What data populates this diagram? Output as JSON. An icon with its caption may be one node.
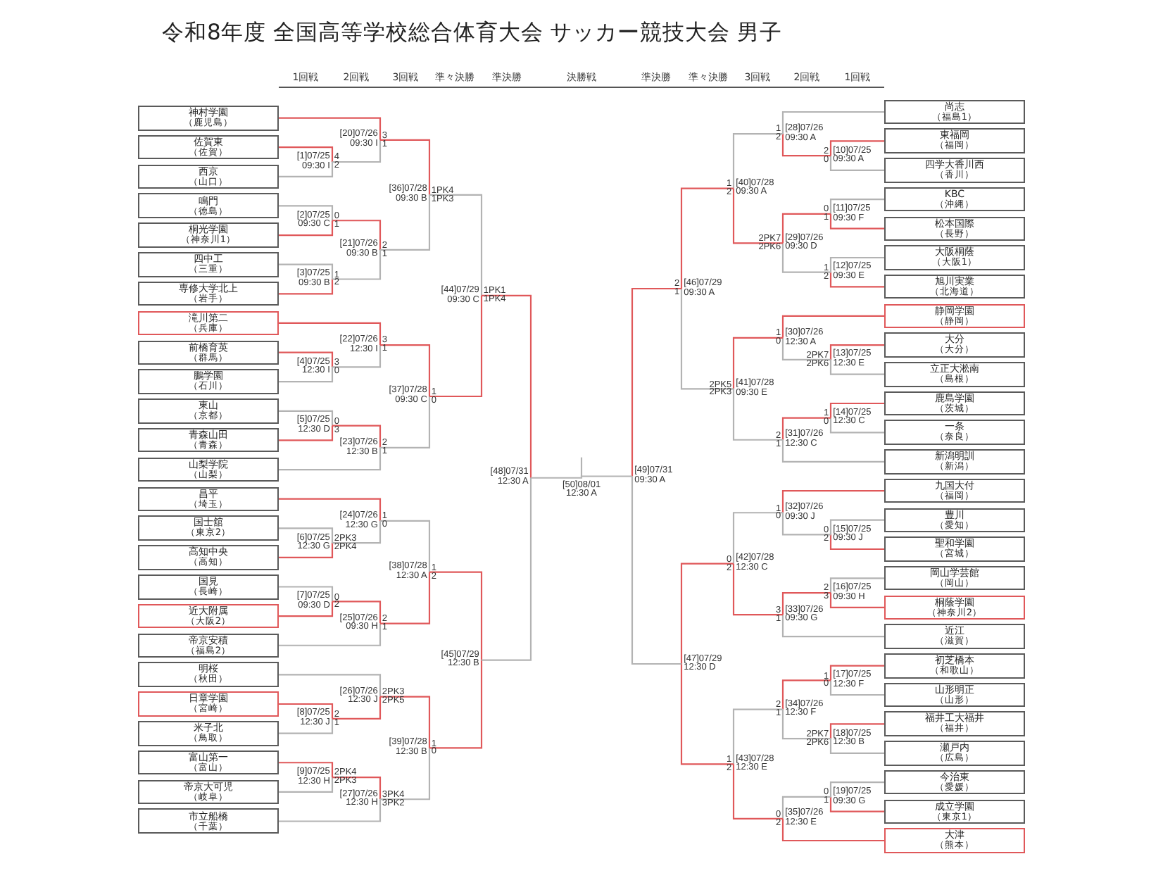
{
  "diagram": {
    "title": "令和8年度 全国高等学校総合体育大会 サッカー競技大会 男子",
    "nodes": [
      {
        "text": [
          "神村学園",
          "（鹿児島）"
        ]
      },
      {
        "text": [
          "佐賀東",
          "（佐賀）"
        ]
      },
      {
        "text": [
          "西京",
          "（山口）"
        ]
      },
      {
        "text": [
          "鳴門",
          "（徳島）"
        ]
      },
      {
        "text": [
          "桐光学園",
          "（神奈川1）"
        ]
      },
      {
        "text": [
          "四中工",
          "（三重）"
        ]
      },
      {
        "text": [
          "専修大学北上",
          "（岩手）"
        ]
      },
      {
        "text": [
          "滝川第二",
          "（兵庫）"
        ]
      },
      {
        "text": [
          "前橋育英",
          "（群馬）"
        ]
      },
      {
        "text": [
          "鵬学園",
          "（石川）"
        ]
      },
      {
        "text": [
          "東山",
          "（京都）"
        ]
      },
      {
        "text": [
          "青森山田",
          "（青森）"
        ]
      },
      {
        "text": [
          "山梨学院",
          "（山梨）"
        ]
      },
      {
        "text": [
          "昌平",
          "（埼玉）"
        ]
      },
      {
        "text": [
          "国士舘",
          "（東京2）"
        ]
      },
      {
        "text": [
          "高知中央",
          "（高知）"
        ]
      },
      {
        "text": [
          "国見",
          "（長崎）"
        ]
      },
      {
        "text": [
          "近大附属",
          "（大阪2）"
        ]
      },
      {
        "text": [
          "帝京安積",
          "（福島2）"
        ]
      },
      {
        "text": [
          "明桜",
          "（秋田）"
        ]
      },
      {
        "text": [
          "日章学園",
          "（宮崎）"
        ]
      },
      {
        "text": [
          "米子北",
          "（鳥取）"
        ]
      },
      {
        "text": [
          "富山第一",
          "（富山）"
        ]
      },
      {
        "text": [
          "帝京大可児",
          "（岐阜）"
        ]
      },
      {
        "text": [
          "市立船橋",
          "（千葉）"
        ]
      },
      {
        "text": [
          "尚志",
          "（福島1）"
        ]
      },
      {
        "text": [
          "東福岡",
          "（福岡）"
        ]
      },
      {
        "text": [
          "四学大香川西",
          "（香川）"
        ]
      },
      {
        "text": [
          "KBC",
          "（沖縄）"
        ]
      },
      {
        "text": [
          "松本国際",
          "（長野）"
        ]
      },
      {
        "text": [
          "大阪桐蔭",
          "（大阪1）"
        ]
      },
      {
        "text": [
          "旭川実業",
          "（北海道）"
        ]
      },
      {
        "text": [
          "静岡学園",
          "（静岡）"
        ]
      },
      {
        "text": [
          "大分",
          "（大分）"
        ]
      },
      {
        "text": [
          "立正大淞南",
          "（島根）"
        ]
      },
      {
        "text": [
          "鹿島学園",
          "（茨城）"
        ]
      },
      {
        "text": [
          "一条",
          "（奈良）"
        ]
      },
      {
        "text": [
          "新潟明訓",
          "（新潟）"
        ]
      },
      {
        "text": [
          "九国大付",
          "（福岡）"
        ]
      },
      {
        "text": [
          "豊川",
          "（愛知）"
        ]
      },
      {
        "text": [
          "聖和学園",
          "（宮城）"
        ]
      },
      {
        "text": [
          "岡山学芸館",
          "（岡山）"
        ]
      },
      {
        "text": [
          "桐蔭学園",
          "（神奈川2）"
        ]
      },
      {
        "text": [
          "近江",
          "（滋賀）"
        ]
      },
      {
        "text": [
          "初芝橋本",
          "（和歌山）"
        ]
      },
      {
        "text": [
          "山形明正",
          "（山形）"
        ]
      },
      {
        "text": [
          "福井工大福井",
          "（福井）"
        ]
      },
      {
        "text": [
          "瀬戸内",
          "（広島）"
        ]
      },
      {
        "text": [
          "今治東",
          "（愛媛）"
        ]
      },
      {
        "text": [
          "成立学園",
          "（東京1）"
        ]
      },
      {
        "text": [
          "大津",
          "（熊本）"
        ]
      },
      {
        "text": [
          "[1]07/25 09:30 I"
        ],
        "beside": [
          "4",
          "2"
        ]
      },
      {
        "text": [
          "[2]07/25 09:30 C"
        ],
        "beside": [
          "0",
          "1"
        ]
      },
      {
        "text": [
          "[3]07/25 09:30 B"
        ],
        "beside": [
          "1",
          "2"
        ]
      },
      {
        "text": [
          "[4]07/25 12:30 I"
        ],
        "beside": [
          "3",
          "0"
        ]
      },
      {
        "text": [
          "[5]07/25 12:30 D"
        ],
        "beside": [
          "0",
          "3"
        ]
      },
      {
        "text": [
          "[6]07/25 12:30 G"
        ],
        "beside": [
          "2PK3",
          "2PK4"
        ]
      },
      {
        "text": [
          "[7]07/25 09:30 D"
        ],
        "beside": [
          "0",
          "2"
        ]
      },
      {
        "text": [
          "[8]07/25 12:30 J"
        ],
        "beside": [
          "2",
          "1"
        ]
      },
      {
        "text": [
          "[9]07/25 12:30 H"
        ],
        "beside": [
          "2PK4",
          "2PK3"
        ]
      },
      {
        "text": [
          "[10]07/25 09:30 A"
        ],
        "beside": [
          "2",
          "0"
        ]
      },
      {
        "text": [
          "[11]07/25 09:30 F"
        ],
        "beside": [
          "0",
          "1"
        ]
      },
      {
        "text": [
          "[12]07/25 09:30 E"
        ],
        "beside": [
          "1",
          "2"
        ]
      },
      {
        "text": [
          "[13]07/25 12:30 E"
        ],
        "beside": [
          "2PK7",
          "2PK6"
        ]
      },
      {
        "text": [
          "[14]07/25 12:30 C"
        ],
        "beside": [
          "1",
          "0"
        ]
      },
      {
        "text": [
          "[15]07/25 09:30 J"
        ],
        "beside": [
          "0",
          "2"
        ]
      },
      {
        "text": [
          "[16]07/25 09:30 H"
        ],
        "beside": [
          "2",
          "3"
        ]
      },
      {
        "text": [
          "[17]07/25 12:30 F"
        ],
        "beside": [
          "1",
          "0"
        ]
      },
      {
        "text": [
          "[18]07/25 12:30 B"
        ],
        "beside": [
          "2PK7",
          "2PK6"
        ]
      },
      {
        "text": [
          "[19]07/25 09:30 G"
        ],
        "beside": [
          "0",
          "1"
        ]
      },
      {
        "text": [
          "[20]07/26 09:30 I"
        ],
        "beside": [
          "3",
          "1"
        ]
      },
      {
        "text": [
          "[21]07/26 09:30 B"
        ],
        "beside": [
          "2",
          "1"
        ]
      },
      {
        "text": [
          "[22]07/26 12:30 I"
        ],
        "beside": [
          "3",
          "1"
        ]
      },
      {
        "text": [
          "[23]07/26 12:30 B"
        ],
        "beside": [
          "2",
          "1"
        ]
      },
      {
        "text": [
          "[24]07/26 12:30 G"
        ],
        "beside": [
          "1",
          "0"
        ]
      },
      {
        "text": [
          "[25]07/26 09:30 H"
        ],
        "beside": [
          "2",
          "1"
        ]
      },
      {
        "text": [
          "[26]07/26 12:30 J"
        ],
        "beside": [
          "2PK3",
          "2PK5"
        ]
      },
      {
        "text": [
          "[27]07/26 12:30 H"
        ],
        "beside": [
          "3PK4",
          "3PK2"
        ]
      },
      {
        "text": [
          "[28]07/26 09:30 A"
        ],
        "beside": [
          "1",
          "2"
        ]
      },
      {
        "text": [
          "[29]07/26 09:30 D"
        ],
        "beside": [
          "2PK7",
          "2PK6"
        ]
      },
      {
        "text": [
          "[30]07/26 12:30 A"
        ],
        "beside": [
          "1",
          "0"
        ]
      },
      {
        "text": [
          "[31]07/26 12:30 C"
        ],
        "beside": [
          "2",
          "1"
        ]
      },
      {
        "text": [
          "[32]07/26 09:30 J"
        ],
        "beside": [
          "1",
          "0"
        ]
      },
      {
        "text": [
          "[33]07/26 09:30 G"
        ],
        "beside": [
          "3",
          "1"
        ]
      },
      {
        "text": [
          "[34]07/26 12:30 F"
        ],
        "beside": [
          "2",
          "1"
        ]
      },
      {
        "text": [
          "[35]07/26 12:30 E"
        ],
        "beside": [
          "0",
          "2"
        ]
      },
      {
        "text": [
          "[36]07/28 09:30 B"
        ],
        "beside": [
          "1PK4",
          "1PK3"
        ]
      },
      {
        "text": [
          "[37]07/28 09:30 C"
        ],
        "beside": [
          "1",
          "0"
        ]
      },
      {
        "text": [
          "[38]07/28 12:30 A"
        ],
        "beside": [
          "1",
          "2"
        ]
      },
      {
        "text": [
          "[39]07/28 12:30 B"
        ],
        "beside": [
          "1",
          "0"
        ]
      },
      {
        "text": [
          "[40]07/28 09:30 A"
        ],
        "beside": [
          "1",
          "2"
        ]
      },
      {
        "text": [
          "[41]07/28 09:30 E"
        ],
        "beside": [
          "2PK5",
          "2PK3"
        ]
      },
      {
        "text": [
          "[42]07/28 12:30 C"
        ],
        "beside": [
          "0",
          "2"
        ]
      },
      {
        "text": [
          "[43]07/28 12:30 E"
        ],
        "beside": [
          "1",
          "2"
        ]
      },
      {
        "text": [
          "[44]07/29 09:30 C"
        ],
        "beside": [
          "1PK1",
          "1PK4"
        ]
      },
      {
        "text": [
          "[45]07/29 12:30 B"
        ]
      },
      {
        "text": [
          "[46]07/29 09:30 A"
        ],
        "beside": [
          "2",
          "1"
        ]
      },
      {
        "text": [
          "[47]07/29 12:30 D"
        ]
      },
      {
        "text": [
          "[48]07/31 12:30 A"
        ]
      },
      {
        "text": [
          "[49]07/31 09:30 A"
        ]
      },
      {
        "text": [
          "[50]08/01 12:30 A"
        ]
      }
    ],
    "edges": [
      {
        "from": 1,
        "to": 51,
        "arrow": "none"
      },
      {
        "from": 2,
        "to": 51,
        "arrow": "none",
        "color": "#b3b3b3"
      },
      {
        "from": 3,
        "to": 52,
        "arrow": "none",
        "color": "#b3b3b3"
      },
      {
        "from": 4,
        "to": 52,
        "arrow": "none"
      },
      {
        "from": 5,
        "to": 53,
        "arrow": "none",
        "color": "#b3b3b3"
      },
      {
        "from": 6,
        "to": 53,
        "arrow": "none"
      },
      {
        "from": 8,
        "to": 54,
        "arrow": "none"
      },
      {
        "from": 9,
        "to": 54,
        "arrow": "none",
        "color": "#b3b3b3"
      },
      {
        "from": 10,
        "to": 55,
        "arrow": "none",
        "color": "#b3b3b3"
      },
      {
        "from": 11,
        "to": 55,
        "arrow": "none"
      },
      {
        "from": 14,
        "to": 56,
        "arrow": "none",
        "color": "#b3b3b3"
      },
      {
        "from": 15,
        "to": 56,
        "arrow": "none"
      },
      {
        "from": 16,
        "to": 57,
        "arrow": "none",
        "color": "#b3b3b3"
      },
      {
        "from": 17,
        "to": 57,
        "arrow": "none"
      },
      {
        "from": 20,
        "to": 58,
        "arrow": "none"
      },
      {
        "from": 21,
        "to": 58,
        "arrow": "none",
        "color": "#b3b3b3"
      },
      {
        "from": 22,
        "to": 59,
        "arrow": "none"
      },
      {
        "from": 23,
        "to": 59,
        "arrow": "none",
        "color": "#b3b3b3"
      },
      {
        "from": 26,
        "to": 60,
        "arrow": "none"
      },
      {
        "from": 27,
        "to": 60,
        "arrow": "none",
        "color": "#b3b3b3"
      },
      {
        "from": 28,
        "to": 61,
        "arrow": "none",
        "color": "#b3b3b3"
      },
      {
        "from": 29,
        "to": 61,
        "arrow": "none"
      },
      {
        "from": 30,
        "to": 62,
        "arrow": "none",
        "color": "#b3b3b3"
      },
      {
        "from": 31,
        "to": 62,
        "arrow": "none"
      },
      {
        "from": 33,
        "to": 63,
        "arrow": "none"
      },
      {
        "from": 34,
        "to": 63,
        "arrow": "none",
        "color": "#b3b3b3"
      },
      {
        "from": 35,
        "to": 64,
        "arrow": "none"
      },
      {
        "from": 36,
        "to": 64,
        "arrow": "none",
        "color": "#b3b3b3"
      },
      {
        "from": 39,
        "to": 65,
        "arrow": "none",
        "color": "#b3b3b3"
      },
      {
        "from": 40,
        "to": 65,
        "arrow": "none"
      },
      {
        "from": 41,
        "to": 66,
        "arrow": "none",
        "color": "#b3b3b3"
      },
      {
        "from": 42,
        "to": 66,
        "arrow": "none"
      },
      {
        "from": 44,
        "to": 67,
        "arrow": "none"
      },
      {
        "from": 45,
        "to": 67,
        "arrow": "none",
        "color": "#b3b3b3"
      },
      {
        "from": 46,
        "to": 68,
        "arrow": "none"
      },
      {
        "from": 47,
        "to": 68,
        "arrow": "none",
        "color": "#b3b3b3"
      },
      {
        "from": 48,
        "to": 69,
        "arrow": "none",
        "color": "#b3b3b3"
      },
      {
        "from": 49,
        "to": 69,
        "arrow": "none"
      },
      {
        "from": 0,
        "to": 70,
        "arrow": "none"
      },
      {
        "from": 51,
        "to": 70,
        "arrow": "none",
        "color": "#b3b3b3"
      },
      {
        "from": 52,
        "to": 71,
        "arrow": "none"
      },
      {
        "from": 53,
        "to": 71,
        "arrow": "none",
        "color": "#b3b3b3"
      },
      {
        "from": 7,
        "to": 72,
        "arrow": "none"
      },
      {
        "from": 54,
        "to": 72,
        "arrow": "none",
        "color": "#b3b3b3"
      },
      {
        "from": 55,
        "to": 73,
        "arrow": "none"
      },
      {
        "from": 12,
        "to": 73,
        "arrow": "none",
        "color": "#b3b3b3"
      },
      {
        "from": 13,
        "to": 74,
        "arrow": "none"
      },
      {
        "from": 56,
        "to": 74,
        "arrow": "none",
        "color": "#b3b3b3"
      },
      {
        "from": 57,
        "to": 75,
        "arrow": "none"
      },
      {
        "from": 18,
        "to": 75,
        "arrow": "none",
        "color": "#b3b3b3"
      },
      {
        "from": 19,
        "to": 76,
        "arrow": "none",
        "color": "#b3b3b3"
      },
      {
        "from": 58,
        "to": 76,
        "arrow": "none"
      },
      {
        "from": 59,
        "to": 77,
        "arrow": "none"
      },
      {
        "from": 24,
        "to": 77,
        "arrow": "none",
        "color": "#b3b3b3"
      },
      {
        "from": 25,
        "to": 78,
        "arrow": "none",
        "color": "#b3b3b3"
      },
      {
        "from": 60,
        "to": 78,
        "arrow": "none"
      },
      {
        "from": 61,
        "to": 79,
        "arrow": "none"
      },
      {
        "from": 62,
        "to": 79,
        "arrow": "none",
        "color": "#b3b3b3"
      },
      {
        "from": 32,
        "to": 80,
        "arrow": "none"
      },
      {
        "from": 63,
        "to": 80,
        "arrow": "none",
        "color": "#b3b3b3"
      },
      {
        "from": 64,
        "to": 81,
        "arrow": "none"
      },
      {
        "from": 37,
        "to": 81,
        "arrow": "none",
        "color": "#b3b3b3"
      },
      {
        "from": 38,
        "to": 82,
        "arrow": "none"
      },
      {
        "from": 65,
        "to": 82,
        "arrow": "none",
        "color": "#b3b3b3"
      },
      {
        "from": 66,
        "to": 83,
        "arrow": "none"
      },
      {
        "from": 43,
        "to": 83,
        "arrow": "none",
        "color": "#b3b3b3"
      },
      {
        "from": 67,
        "to": 84,
        "arrow": "none"
      },
      {
        "from": 68,
        "to": 84,
        "arrow": "none",
        "color": "#b3b3b3"
      },
      {
        "from": 69,
        "to": 85,
        "arrow": "none",
        "color": "#b3b3b3"
      },
      {
        "from": 50,
        "to": 85,
        "arrow": "none"
      },
      {
        "from": 70,
        "to": 86,
        "arrow": "none"
      },
      {
        "from": 71,
        "to": 86,
        "arrow": "none",
        "color": "#b3b3b3"
      },
      {
        "from": 72,
        "to": 87,
        "arrow": "none"
      },
      {
        "from": 73,
        "to": 87,
        "arrow": "none",
        "color": "#b3b3b3"
      },
      {
        "from": 74,
        "to": 88,
        "arrow": "none",
        "color": "#b3b3b3"
      },
      {
        "from": 75,
        "to": 88,
        "arrow": "none"
      },
      {
        "from": 76,
        "to": 89,
        "arrow": "none"
      },
      {
        "from": 77,
        "to": 89,
        "arrow": "none",
        "color": "#b3b3b3"
      },
      {
        "from": 78,
        "to": 90,
        "arrow": "none",
        "color": "#b3b3b3"
      },
      {
        "from": 79,
        "to": 90,
        "arrow": "none"
      },
      {
        "from": 80,
        "to": 91,
        "arrow": "none"
      },
      {
        "from": 81,
        "to": 91,
        "arrow": "none",
        "color": "#b3b3b3"
      },
      {
        "from": 82,
        "to": 92,
        "arrow": "none",
        "color": "#b3b3b3"
      },
      {
        "from": 83,
        "to": 92,
        "arrow": "none"
      },
      {
        "from": 84,
        "to": 93,
        "arrow": "none",
        "color": "#b3b3b3"
      },
      {
        "from": 85,
        "to": 93,
        "arrow": "none"
      },
      {
        "from": 86,
        "to": 94,
        "arrow": "none",
        "color": "#b3b3b3"
      },
      {
        "from": 87,
        "to": 94,
        "arrow": "none"
      },
      {
        "from": 88,
        "to": 95,
        "arrow": "none"
      },
      {
        "from": 89,
        "to": 95,
        "arrow": "none"
      },
      {
        "from": 90,
        "to": 96,
        "arrow": "none"
      },
      {
        "from": 91,
        "to": 96,
        "arrow": "none",
        "color": "#b3b3b3"
      },
      {
        "from": 92,
        "to": 97,
        "arrow": "none"
      },
      {
        "from": 93,
        "to": 97,
        "arrow": "none"
      },
      {
        "from": 94,
        "to": 98,
        "arrow": "none"
      },
      {
        "from": 95,
        "to": 98,
        "arrow": "none",
        "color": "#b3b3b3"
      },
      {
        "from": 96,
        "to": 99,
        "arrow": "none"
      },
      {
        "from": 97,
        "to": 99,
        "arrow": "none",
        "color": "#b3b3b3"
      },
      {
        "from": 98,
        "to": 100,
        "arrow": "none",
        "color": "#b3b3b3"
      },
      {
        "from": 99,
        "to": 100,
        "arrow": "none",
        "color": "#b3b3b3"
      }
    ],
    "labels": [
      "1回戦",
      "2回戦",
      "3回戦",
      "準々決勝",
      "準決勝",
      "決勝戦",
      "準決勝",
      "準々決勝",
      "3回戦",
      "2回戦",
      "1回戦"
    ]
  }
}
